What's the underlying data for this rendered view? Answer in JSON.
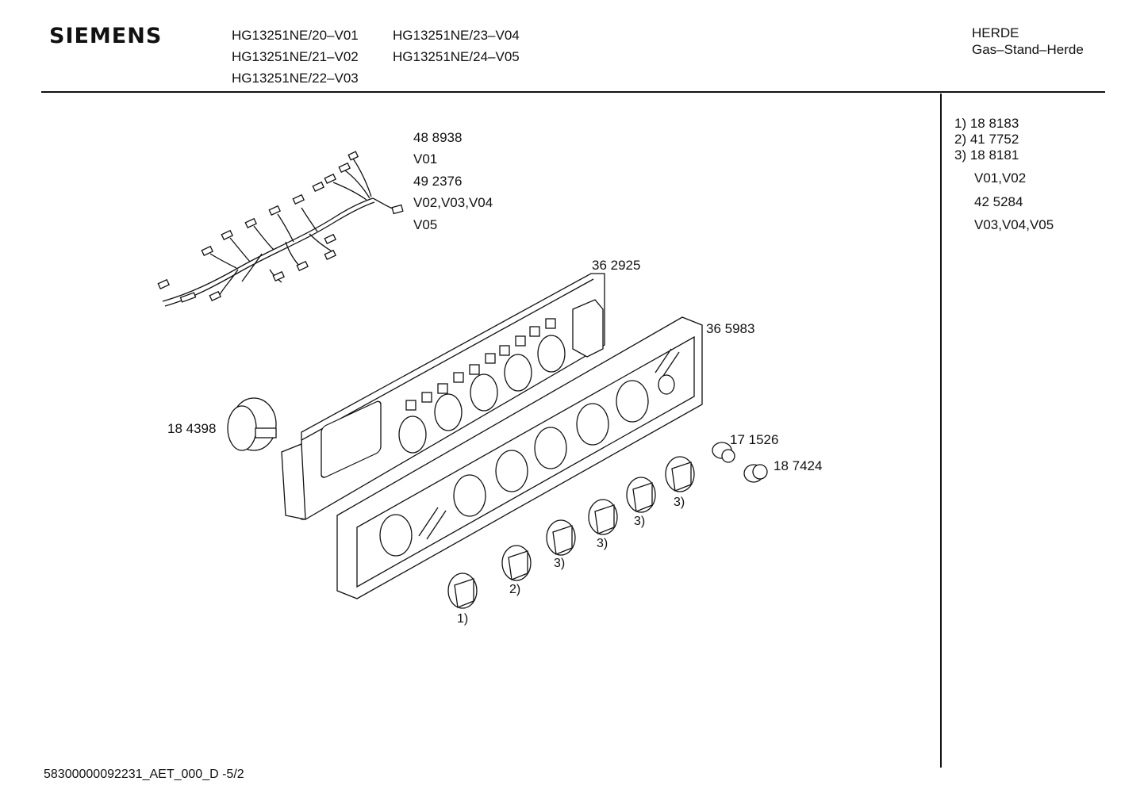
{
  "header": {
    "brand": "SIEMENS",
    "models": [
      "HG13251NE/20–V01",
      "HG13251NE/21–V02",
      "HG13251NE/22–V03",
      "HG13251NE/23–V04",
      "HG13251NE/24–V05"
    ],
    "category": "HERDE",
    "subcategory": "Gas–Stand–Herde"
  },
  "parts": {
    "wiring_harness_a": "48 8938",
    "wiring_harness_a_ver": "V01",
    "wiring_harness_b": "49 2376",
    "wiring_harness_b_ver": "V02,V03,V04",
    "wiring_harness_c_ver": "V05",
    "control_panel_frame": "36 2925",
    "fascia_panel": "36 5983",
    "timer": "18 4398",
    "lamp_holder": "17 1526",
    "indicator_lamp": "18 7424",
    "knob_1": "1)",
    "knob_2": "2)",
    "knob_3a": "3)",
    "knob_3b": "3)",
    "knob_3c": "3)",
    "knob_3d": "3)"
  },
  "legend": {
    "row1": "1)  18 8183",
    "row2": "2)  41 7752",
    "row3": "3)  18 8181",
    "row4": "V01,V02",
    "row5": "42 5284",
    "row6": "V03,V04,V05"
  },
  "footer": {
    "doc_id": "58300000092231_AET_000_D -5/2"
  }
}
